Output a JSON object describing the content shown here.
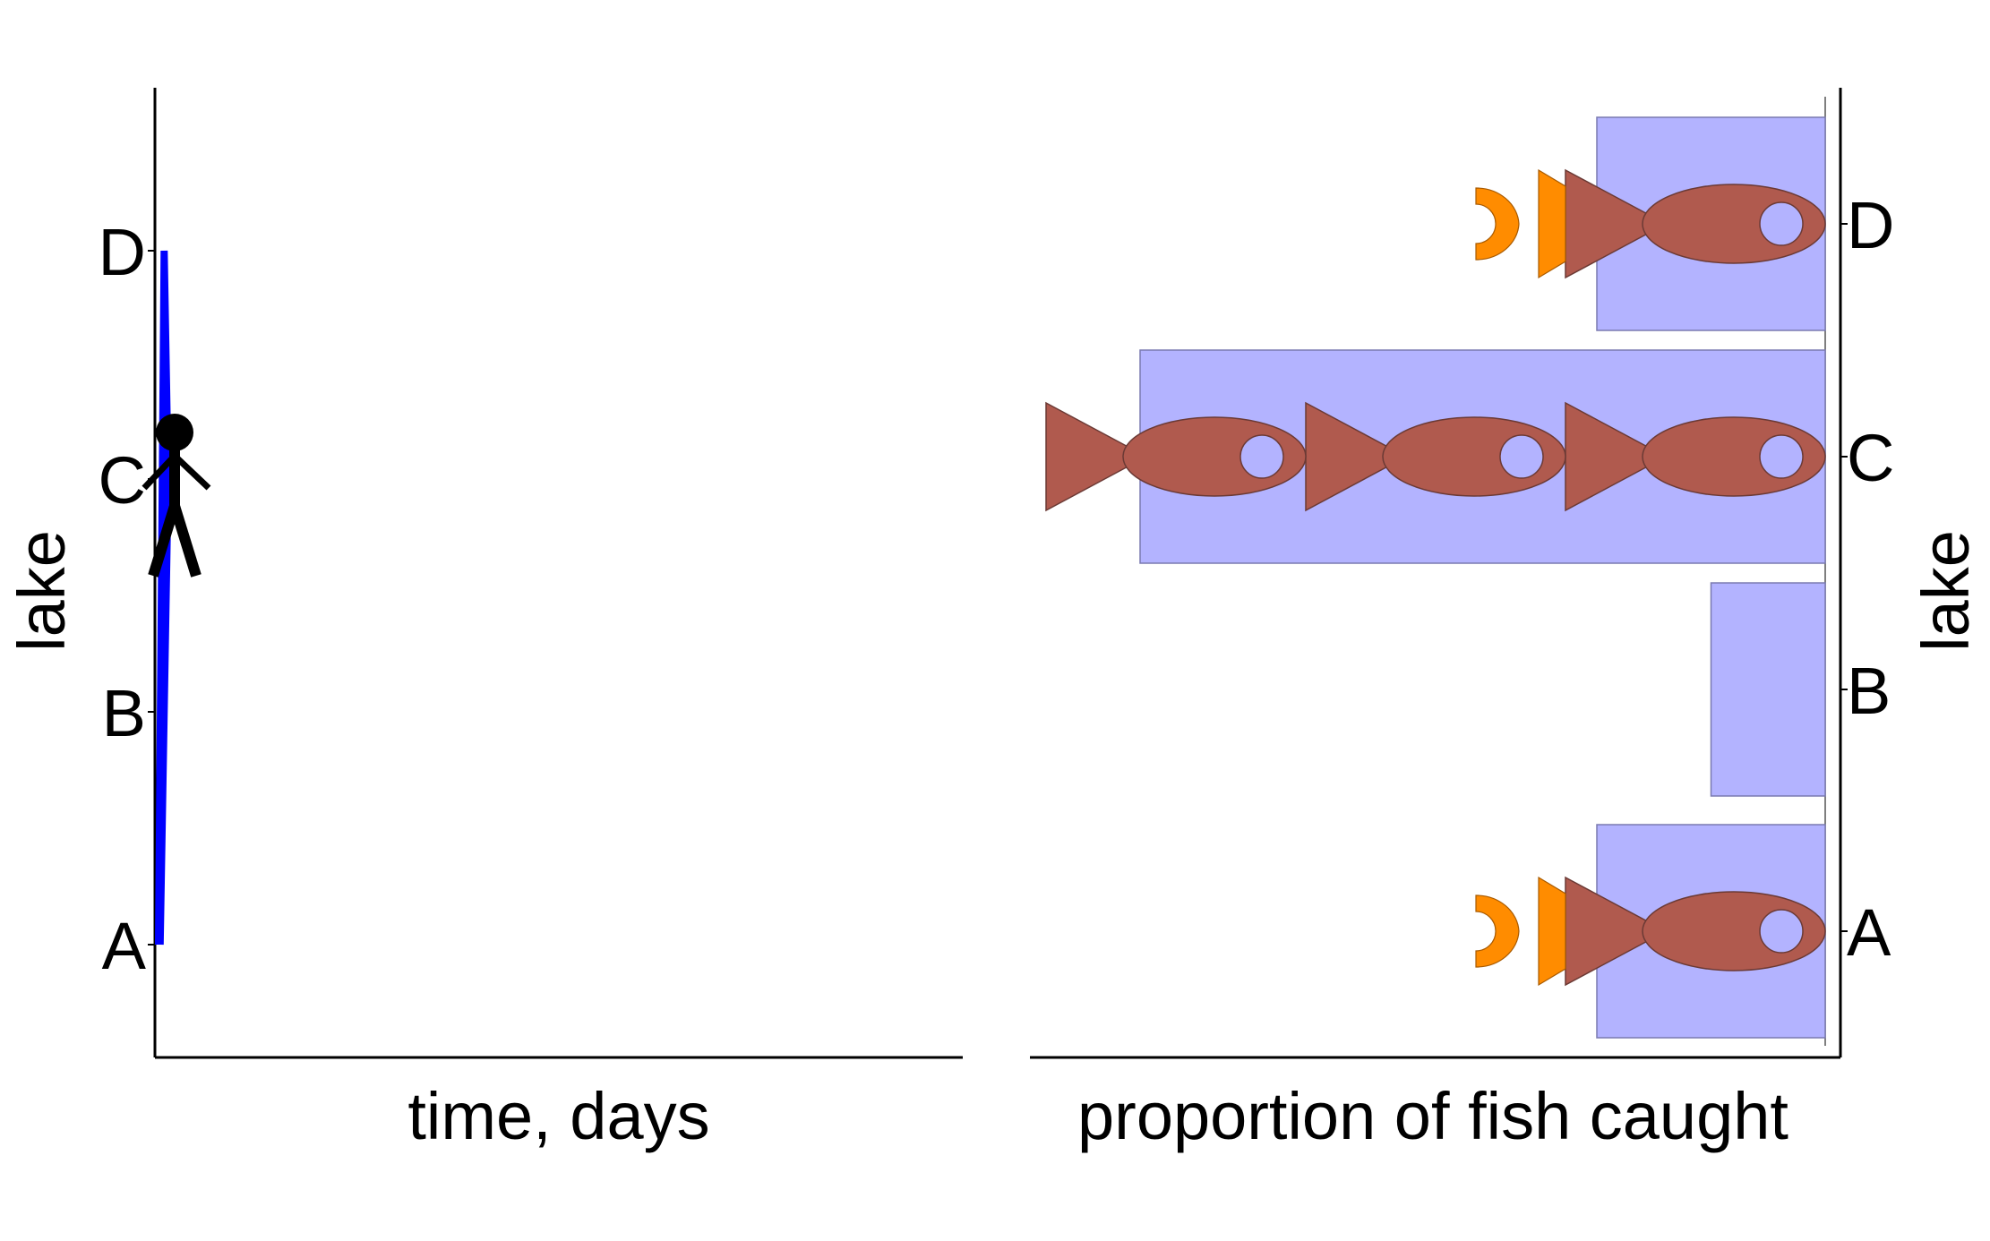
{
  "chart_data": [
    {
      "type": "line",
      "xlabel": "time, days",
      "ylabel": "lake",
      "y_categories": [
        "A",
        "B",
        "C",
        "D"
      ],
      "series": [
        {
          "x": [
            0.0,
            0.07,
            0.12,
            0.02
          ],
          "y": [
            "A",
            "D",
            "C",
            "A"
          ]
        }
      ],
      "marker": {
        "type": "person-icon",
        "x": 0.2,
        "y": "C"
      },
      "xlim": [
        0,
        10
      ],
      "line_color": "#0000ff",
      "grid": false
    },
    {
      "type": "bar",
      "orientation": "horizontal",
      "xlabel": "proportion of fish caught",
      "ylabel": "lake",
      "categories": [
        "A",
        "B",
        "C",
        "D"
      ],
      "values": [
        1.0,
        0.5,
        3.0,
        1.0
      ],
      "fish_icons": [
        1.5,
        0,
        3.0,
        1.5
      ],
      "bar_color": "#b3b3ff",
      "fish_color": "#b05a4e",
      "fish_partial_color": "#ff8c00",
      "xlim_reversed": true,
      "grid": false
    }
  ]
}
